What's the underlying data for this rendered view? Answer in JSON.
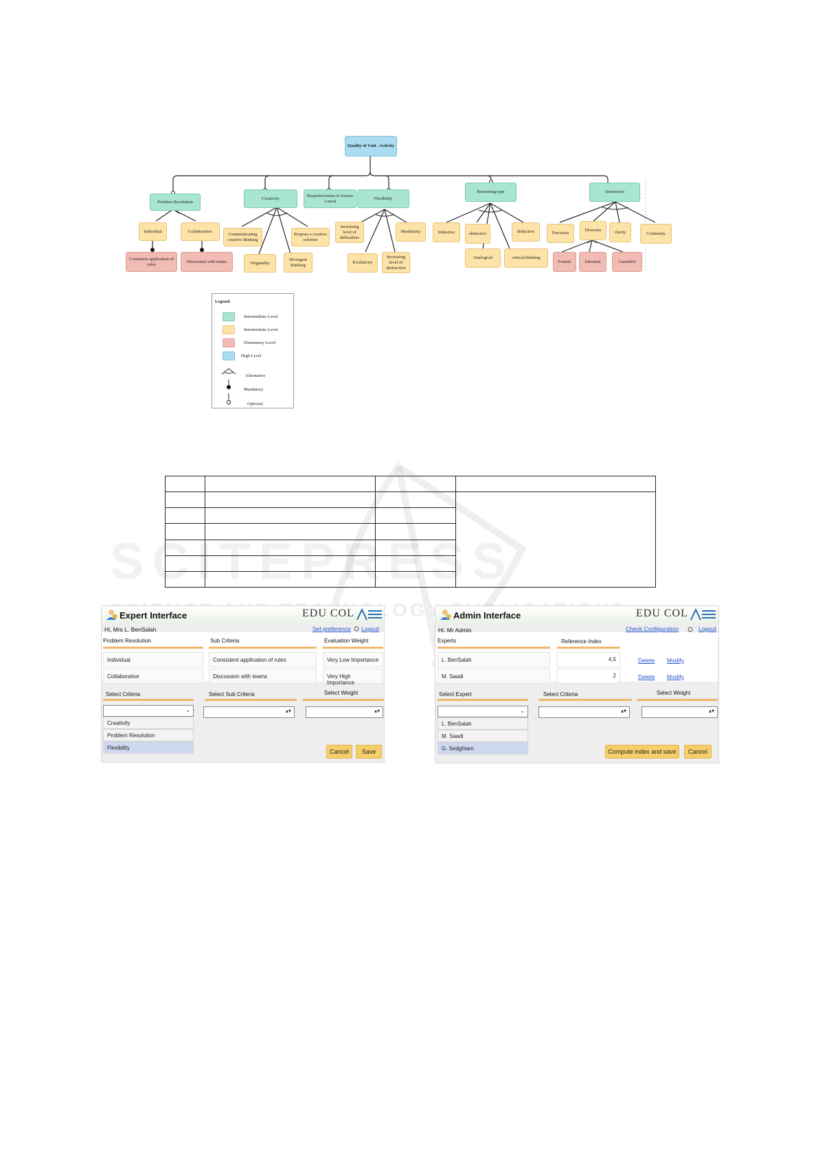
{
  "feature_model": {
    "root": "Quality of Unit , Activity",
    "level1": {
      "problem_resolution": "Problem Resolution",
      "creativity": "Creativity",
      "responsiveness": "Responsiveness to learner 's need",
      "flexibility": "Flexibility",
      "reasoning_type": "Reasoning type",
      "instruction": "Instruction"
    },
    "level2": {
      "individual": "Individual",
      "collaborative": "Collaborative",
      "communicating": "Communicating creative thinking",
      "originality": "Originality",
      "divergent": "Divergent thinking",
      "propose": "Propose a creative solution",
      "increasing_difficulties": "Increasing level of difficulties",
      "evolutivity": "Evolutivity",
      "increasing_abstraction": "Increasing level of abstraction",
      "modularity": "Modularity",
      "inductive": "Inductive",
      "abductive": "abductive",
      "analogical": "Analogical",
      "critical": "critical thinking",
      "deductive": "deductive",
      "precision": "Precision",
      "diversity": "Diversity",
      "clarity": "clarity",
      "continuity": "Continuity"
    },
    "level3": {
      "consistent": "Consistent application of rules",
      "discussion": "Discussion with teams",
      "formal": "Formal",
      "informal": "Informal",
      "gamified": "Gamified"
    },
    "legend": {
      "title": "Legend:",
      "items": [
        "Intermediate Level",
        "Intermediate Level",
        "Elementary Level",
        "High Level"
      ],
      "symbols": [
        "Alternative",
        "Mandatory",
        "Optional"
      ],
      "colors": [
        "#a8e6cf",
        "#fde3a7",
        "#f2bcb5",
        "#aadcf2"
      ]
    }
  },
  "watermark": {
    "line1": "SCITEPRESS",
    "line2": "SCIENCE AND TECHNOLOGY PUBLICATIONS"
  },
  "expert": {
    "title": "Expert Interface",
    "logo": "EDU COL",
    "greeting": "Hi, Mrs L. BenSalah",
    "set_preference": "Set preference",
    "logout": "Logout",
    "headers": [
      "Problem Resolution",
      "Sub Criteria",
      "Evaluation Weight"
    ],
    "rows": [
      [
        "Individual",
        "Consistent application of rules",
        "Very Low Importance"
      ],
      [
        "Collaborative",
        "Discussion with teams",
        "Very High Importance"
      ]
    ],
    "select_labels": [
      "Select Criteria",
      "Select Sub Criteria",
      "Select Weight"
    ],
    "options": [
      "Creativity",
      "Problem Resolution",
      "Flexibility"
    ],
    "cancel": "Cancel",
    "save": "Save"
  },
  "admin": {
    "title": "Admin Interface",
    "logo": "EDU COL",
    "greeting": "Hi, Mr Admin",
    "check_config": "Check Configuration",
    "logout": "Logout",
    "headers": [
      "Experts",
      "Reference Index"
    ],
    "rows": [
      [
        "L. BenSalah",
        "4,5"
      ],
      [
        "M. Saadi",
        "2"
      ]
    ],
    "delete": "Delete",
    "modify": "Modify",
    "select_labels": [
      "Select Expert",
      "Select Criteria",
      "Select Weight"
    ],
    "options": [
      "L. BenSalah",
      "M. Saadi",
      "G. Sedghiani"
    ],
    "compute": "Compute index and save",
    "cancel": "Cancel"
  }
}
